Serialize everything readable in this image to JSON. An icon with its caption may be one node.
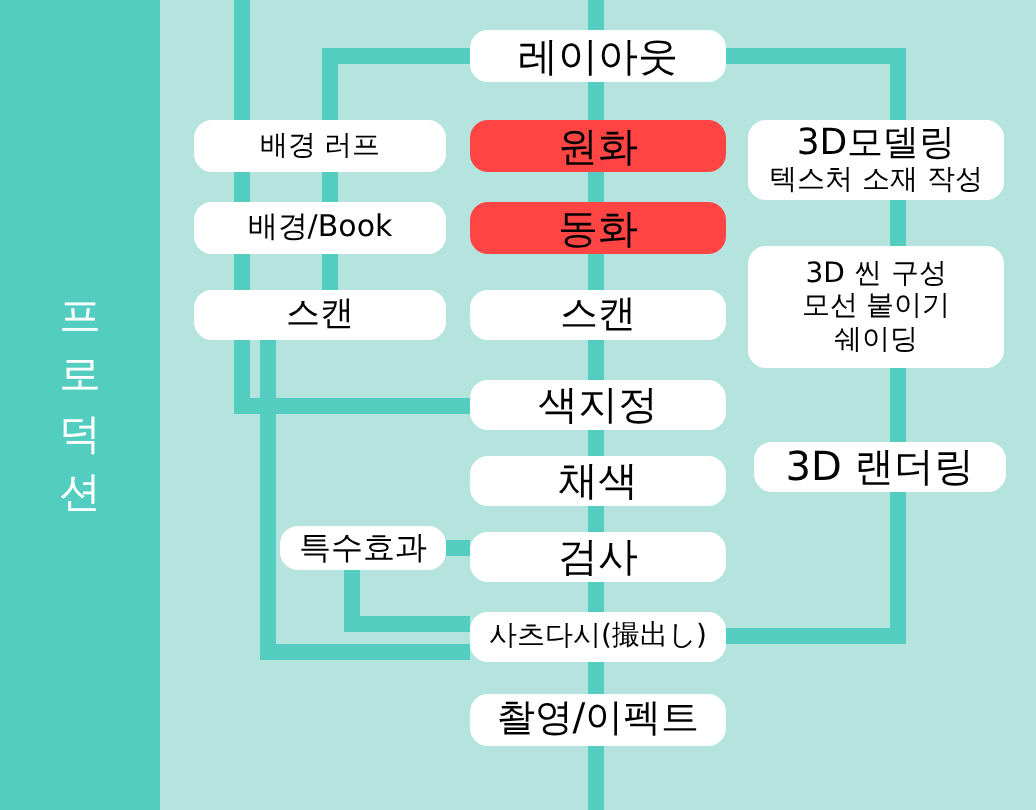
{
  "diagram": {
    "nodes": [
      {
        "text": [
          "프로덕션"
        ]
      },
      {
        "text": [
          "레이아웃"
        ]
      },
      {
        "text": [
          "배경 러프"
        ]
      },
      {
        "text": [
          "원화"
        ]
      },
      {
        "text": [
          "3D모델링",
          "텍스처 소재 작성"
        ]
      },
      {
        "text": [
          "배경/Book"
        ]
      },
      {
        "text": [
          "동화"
        ]
      },
      {
        "text": [
          "3D 씬 구성 모선 붙이기 쉐이딩"
        ]
      },
      {
        "text": [
          "스캔"
        ]
      },
      {
        "text": [
          "스캔"
        ]
      },
      {
        "text": [
          "색지정"
        ]
      },
      {
        "text": [
          "3D 랜더링"
        ]
      },
      {
        "text": [
          "채색"
        ]
      },
      {
        "text": [
          "특수효과"
        ]
      },
      {
        "text": [
          "검사"
        ]
      },
      {
        "text": [
          "사츠다시(撮出し)"
        ]
      },
      {
        "text": [
          "촬영/이펙트"
        ]
      }
    ],
    "edges": [
      {
        "from": null,
        "to": 1,
        "arrow": "none"
      },
      {
        "from": 1,
        "to": 3,
        "arrow": "none"
      },
      {
        "from": 3,
        "to": 6,
        "arrow": "none"
      },
      {
        "from": 6,
        "to": 9,
        "arrow": "none"
      },
      {
        "from": 9,
        "to": 10,
        "arrow": "none"
      },
      {
        "from": 10,
        "to": 12,
        "arrow": "none"
      },
      {
        "from": 12,
        "to": 14,
        "arrow": "none"
      },
      {
        "from": 14,
        "to": 15,
        "arrow": "none"
      },
      {
        "from": 15,
        "to": 16,
        "arrow": "none"
      },
      {
        "from": 16,
        "to": null,
        "arrow": "none"
      },
      {
        "from": 1,
        "to": 2,
        "arrow": "none"
      },
      {
        "from": 2,
        "to": 5,
        "arrow": "none"
      },
      {
        "from": 5,
        "to": 8,
        "arrow": "none"
      },
      {
        "from": 8,
        "to": 15,
        "arrow": "none"
      },
      {
        "from": null,
        "to": 10,
        "arrow": "none"
      },
      {
        "from": 1,
        "to": 4,
        "arrow": "none"
      },
      {
        "from": 4,
        "to": 7,
        "arrow": "none"
      },
      {
        "from": 7,
        "to": 11,
        "arrow": "none"
      },
      {
        "from": 11,
        "to": 15,
        "arrow": "none"
      },
      {
        "from": 13,
        "to": 14,
        "arrow": "none"
      },
      {
        "from": 13,
        "to": 15,
        "arrow": "none"
      }
    ]
  }
}
